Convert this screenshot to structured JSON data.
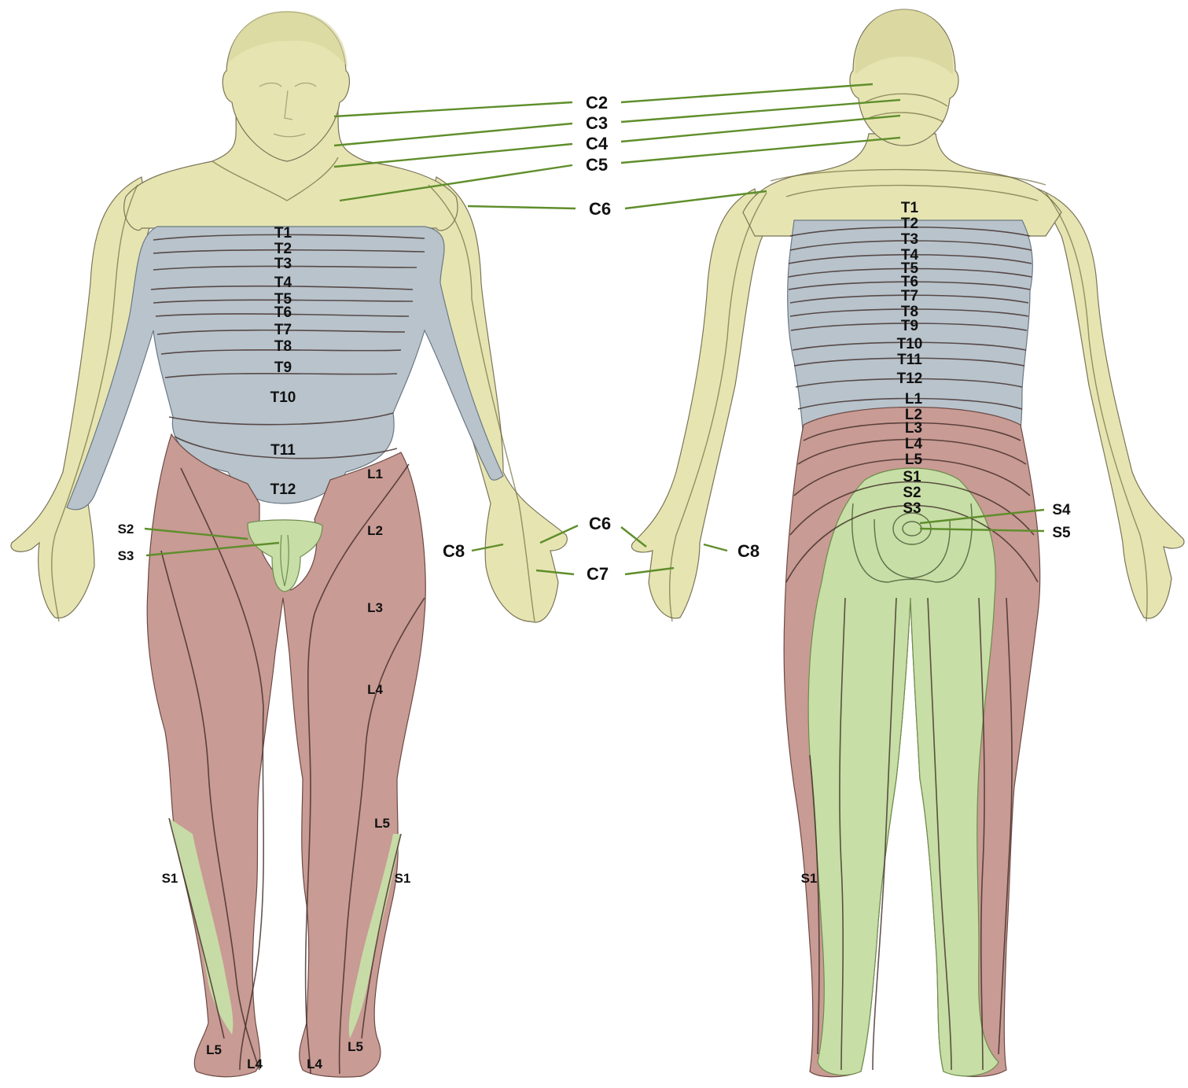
{
  "colors": {
    "cervical": "#e6e5b2",
    "thoracic": "#b8c3cc",
    "lumbar": "#c89b94",
    "sacral": "#c7dea6",
    "leader": "#5f8e2b",
    "boundary": "#3e2a26"
  },
  "cervical_leaders": {
    "c2": "C2",
    "c3": "C3",
    "c4": "C4",
    "c5": "C5",
    "c6": "C6"
  },
  "front": {
    "thoracic": [
      "T1",
      "T2",
      "T3",
      "T4",
      "T5",
      "T6",
      "T7",
      "T8",
      "T9",
      "T10",
      "T11",
      "T12"
    ],
    "lumbar": {
      "l1": "L1",
      "l2": "L2",
      "l3": "L3",
      "l4": "L4",
      "l5": "L5"
    },
    "sacral": {
      "s1_right": "S1",
      "s1_left": "S1",
      "s2": "S2",
      "s3": "S3"
    },
    "hand": {
      "c6": "C6",
      "c7": "C7",
      "c8": "C8"
    },
    "feet": {
      "l5_right": "L5",
      "l4_right": "L4",
      "l4_left": "L4",
      "l5_left": "L5"
    }
  },
  "back": {
    "thoracic": [
      "T1",
      "T2",
      "T3",
      "T4",
      "T5",
      "T6",
      "T7",
      "T8",
      "T9",
      "T10",
      "T11",
      "T12"
    ],
    "lumbar": [
      "L1",
      "L2",
      "L3",
      "L4",
      "L5"
    ],
    "sacral": [
      "S1",
      "S2",
      "S3"
    ],
    "s4": "S4",
    "s5": "S5",
    "c8": "C8",
    "s1_leg": "S1"
  }
}
